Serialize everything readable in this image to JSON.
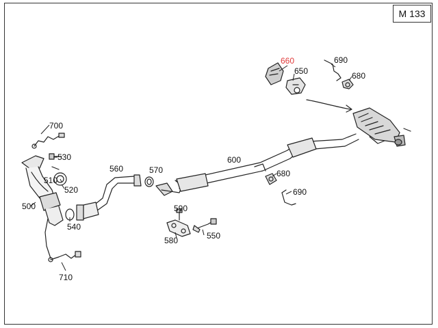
{
  "model_code": "M 133",
  "highlight_color": "#e03a3a",
  "parts": [
    {
      "id": "p500",
      "label": "500"
    },
    {
      "id": "p510",
      "label": "510"
    },
    {
      "id": "p520",
      "label": "520"
    },
    {
      "id": "p530",
      "label": "530"
    },
    {
      "id": "p540",
      "label": "540"
    },
    {
      "id": "p550",
      "label": "550"
    },
    {
      "id": "p560",
      "label": "560"
    },
    {
      "id": "p570",
      "label": "570"
    },
    {
      "id": "p580",
      "label": "580"
    },
    {
      "id": "p590",
      "label": "590"
    },
    {
      "id": "p600",
      "label": "600"
    },
    {
      "id": "p650",
      "label": "650"
    },
    {
      "id": "p660",
      "label": "660",
      "highlighted": true
    },
    {
      "id": "p680a",
      "label": "680"
    },
    {
      "id": "p680b",
      "label": "680"
    },
    {
      "id": "p690a",
      "label": "690"
    },
    {
      "id": "p690b",
      "label": "690"
    },
    {
      "id": "p700",
      "label": "700"
    },
    {
      "id": "p710",
      "label": "710"
    }
  ]
}
